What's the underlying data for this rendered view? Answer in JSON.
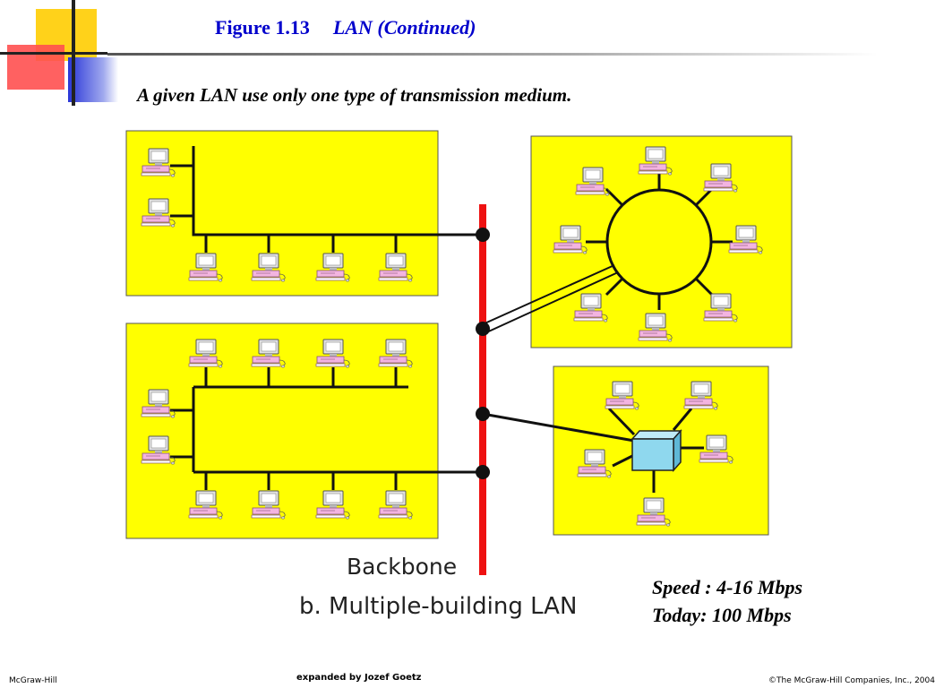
{
  "slide": {
    "figure_number": "Figure 1.13",
    "figure_title": "LAN (Continued)",
    "subtitle": "A given LAN use only one type of transmission medium."
  },
  "diagram": {
    "backbone_label": "Backbone",
    "caption": "b. Multiple-building LAN",
    "colors": {
      "building": "#ffff00",
      "backbone": "#ee1111",
      "hub": "#8fd8ee",
      "computer_base": "#f3b4e0",
      "monitor": "#e0e0e0"
    }
  },
  "speed": {
    "line1": "Speed : 4-16 Mbps",
    "line2": "Today: 100 Mbps"
  },
  "footer": {
    "left": "McGraw-Hill",
    "center": "expanded by Jozef Goetz",
    "right": "©The McGraw-Hill Companies, Inc., 2004"
  }
}
